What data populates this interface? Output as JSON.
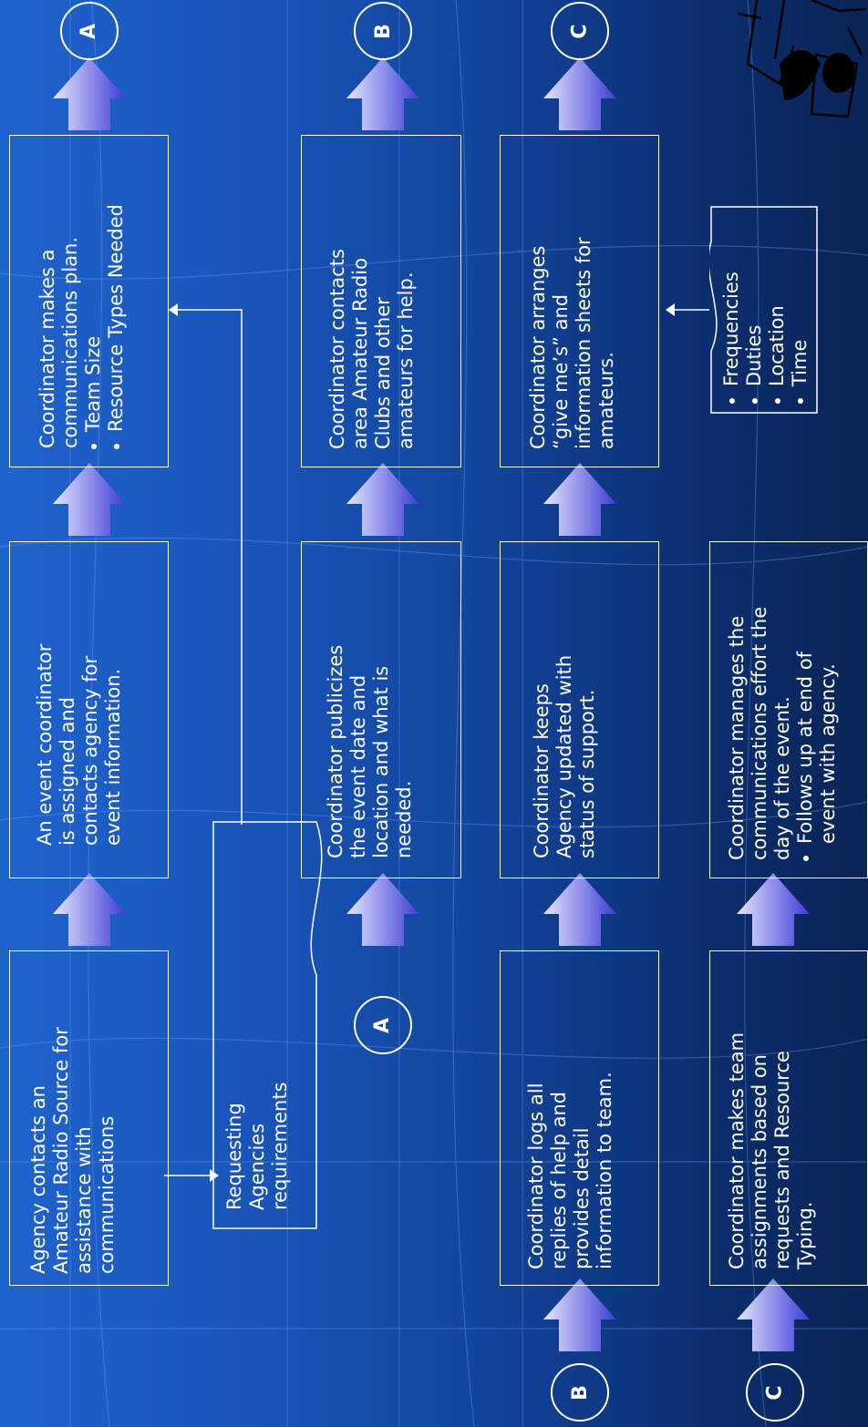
{
  "boxes": {
    "agency_contacts": {
      "line1": "Agency contacts an",
      "line2": "Amateur Radio Source for",
      "line3": "assistance with",
      "line4": "communications"
    },
    "coordinator_assigned": {
      "line1": "An event coordinator",
      "line2": "is assigned and",
      "line3": "contacts agency for",
      "line4": "event information."
    },
    "comm_plan": {
      "line1": "Coordinator makes a",
      "line2": "communications plan.",
      "bullets": [
        "Team Size",
        "Resource Types Needed"
      ]
    },
    "publicizes": {
      "line1": "Coordinator publicizes",
      "line2": "the event date and",
      "line3": "location and what is",
      "line4": "needed."
    },
    "contacts_clubs": {
      "line1": "Coordinator contacts",
      "line2": "area Amateur Radio",
      "line3": "Clubs and other",
      "line4": "amateurs for help."
    },
    "logs_replies": {
      "line1": "Coordinator logs all",
      "line2": "replies of help and",
      "line3": "provides detail",
      "line4": "information to team."
    },
    "keeps_updated": {
      "line1": "Coordinator keeps",
      "line2": "Agency updated with",
      "line3": "status of support."
    },
    "arranges_sheets": {
      "line1": "Coordinator arranges",
      "line2": "“give me’s” and",
      "line3": "information sheets for",
      "line4": "amateurs."
    },
    "team_assignments": {
      "line1": "Coordinator makes team",
      "line2": "assignments based on",
      "line3": "requests and  Resource",
      "line4": "Typing."
    },
    "manages_effort": {
      "line1": "Coordinator manages the",
      "line2": "communications effort the",
      "line3": "day of the event.",
      "bullet_line1": "Follows up at end of",
      "bullet_line2": "event with agency."
    }
  },
  "documents": {
    "requirements": {
      "line1": "Requesting",
      "line2": "Agencies",
      "line3": "requirements"
    },
    "info_sheet": {
      "bullets": [
        "Frequencies",
        "Duties",
        "Location",
        "Time"
      ]
    }
  },
  "connectors": {
    "a_out": "A",
    "b_out": "B",
    "c_out": "C",
    "a_in": "A",
    "b_in": "B",
    "c_in": "C"
  },
  "icons": {
    "decoration": "radio-operator-clipart-icon",
    "flow_arrow": "block-arrow-icon"
  },
  "colors": {
    "background_light": "#1f63cc",
    "background_dark": "#0a2455",
    "lines": "#ffffff",
    "arrow_fill_light": "#e6e6ff",
    "arrow_fill_dark": "#3c3cd6"
  }
}
